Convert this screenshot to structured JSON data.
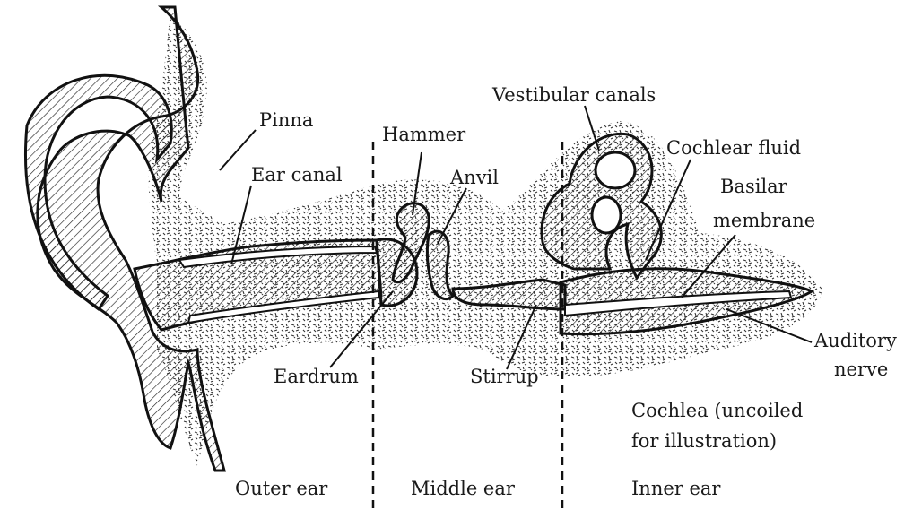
{
  "labels": {
    "pinna": "Pinna",
    "ear_canal": "Ear canal",
    "hammer": "Hammer",
    "anvil": "Anvil",
    "vestibular_canals": "Vestibular canals",
    "cochlear_fluid": "Cochlear fluid",
    "basilar_1": "Basilar",
    "basilar_2": "membrane",
    "auditory_1": "Auditory",
    "auditory_2": "nerve",
    "eardrum": "Eardrum",
    "stirrup": "Stirrup",
    "cochlea_1": "Cochlea (uncoiled",
    "cochlea_2": "for illustration)"
  },
  "regions": {
    "outer": "Outer ear",
    "middle": "Middle ear",
    "inner": "Inner ear"
  }
}
